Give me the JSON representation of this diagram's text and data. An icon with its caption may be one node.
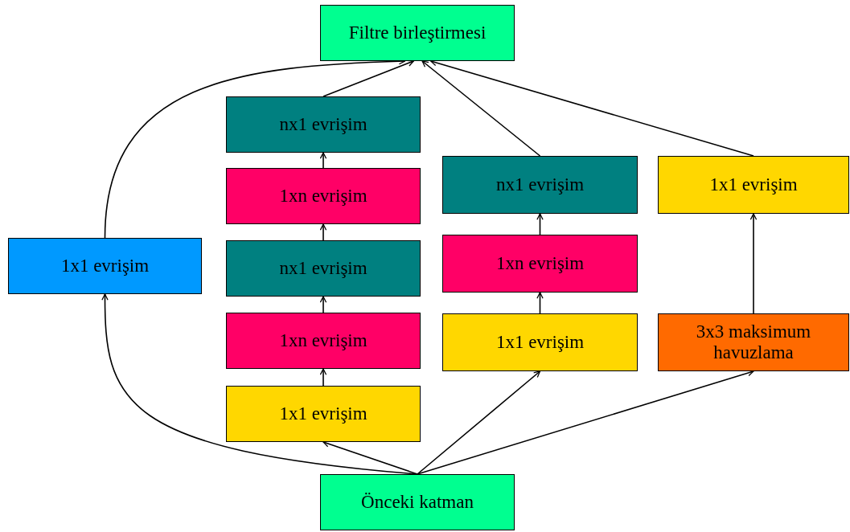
{
  "diagram": {
    "nodes": [
      {
        "text": [
          "Filtre birleştirmesi"
        ]
      },
      {
        "text": [
          "1x1 evrişim"
        ]
      },
      {
        "text": [
          "nx1 evrişim"
        ]
      },
      {
        "text": [
          "1xn evrişim"
        ]
      },
      {
        "text": [
          "nx1 evrişim"
        ]
      },
      {
        "text": [
          "1xn evrişim"
        ]
      },
      {
        "text": [
          "1x1 evrişim"
        ]
      },
      {
        "text": [
          "nx1 evrişim"
        ]
      },
      {
        "text": [
          "1xn evrişim"
        ]
      },
      {
        "text": [
          "1x1 evrişim"
        ]
      },
      {
        "text": [
          "1x1 evrişim"
        ]
      },
      {
        "text": [
          "3x3 maksimum havuzlama"
        ]
      },
      {
        "text": [
          "Önceki katman"
        ]
      }
    ],
    "edges": [
      {
        "from": 12,
        "to": 1,
        "arrow": "to"
      },
      {
        "from": 12,
        "to": 6,
        "arrow": "to"
      },
      {
        "from": 12,
        "to": 9,
        "arrow": "to"
      },
      {
        "from": 12,
        "to": 11,
        "arrow": "to"
      },
      {
        "from": 6,
        "to": 5,
        "arrow": "to"
      },
      {
        "from": 5,
        "to": 4,
        "arrow": "to"
      },
      {
        "from": 4,
        "to": 3,
        "arrow": "to"
      },
      {
        "from": 3,
        "to": 2,
        "arrow": "to"
      },
      {
        "from": 9,
        "to": 8,
        "arrow": "to"
      },
      {
        "from": 8,
        "to": 7,
        "arrow": "to"
      },
      {
        "from": 11,
        "to": 10,
        "arrow": "to"
      },
      {
        "from": 1,
        "to": 0,
        "arrow": "to"
      },
      {
        "from": 2,
        "to": 0,
        "arrow": "to"
      },
      {
        "from": 7,
        "to": 0,
        "arrow": "to"
      },
      {
        "from": 10,
        "to": 0,
        "arrow": "to"
      }
    ]
  }
}
